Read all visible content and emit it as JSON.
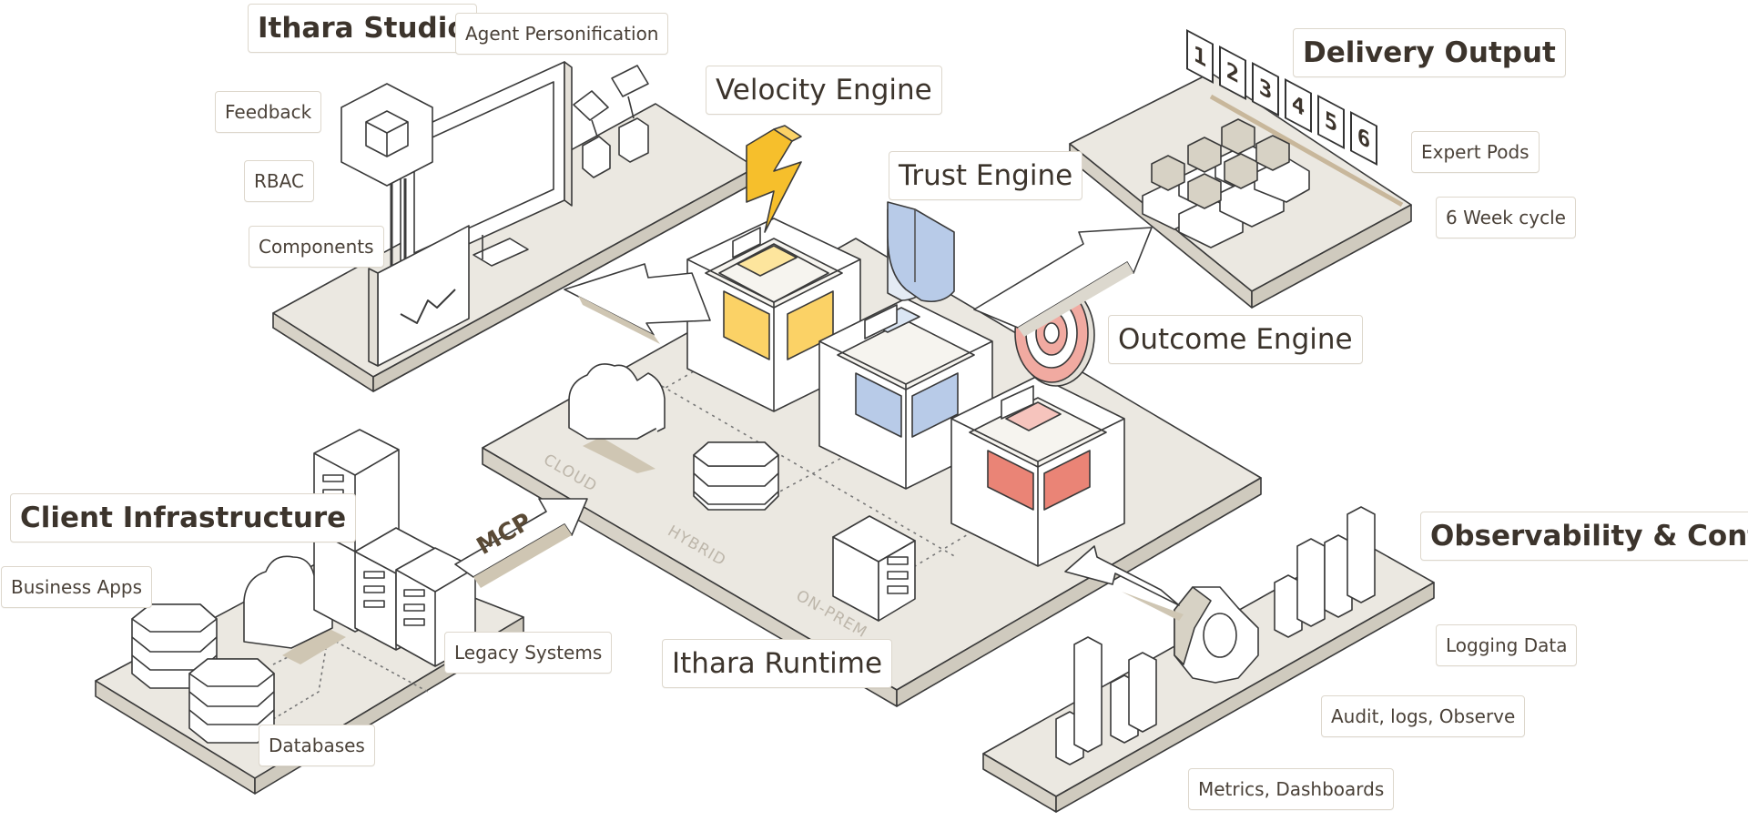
{
  "labels": {
    "ithara_studio": "Ithara Studio",
    "agent_personification": "Agent Personification",
    "feedback": "Feedback",
    "rbac": "RBAC",
    "components": "Components",
    "velocity_engine": "Velocity Engine",
    "trust_engine": "Trust Engine",
    "outcome_engine": "Outcome Engine",
    "delivery_output": "Delivery Output",
    "expert_pods": "Expert Pods",
    "six_week_cycle": "6 Week cycle",
    "client_infrastructure": "Client Infrastructure",
    "business_apps": "Business Apps",
    "legacy_systems": "Legacy Systems",
    "databases": "Databases",
    "ithara_runtime": "Ithara Runtime",
    "observability_control": "Observability & Control",
    "logging_data": "Logging Data",
    "audit_logs": "Audit, logs, Observe",
    "metrics_dashboards": "Metrics, Dashboards",
    "mcp": "MCP",
    "cloud": "CLOUD",
    "hybrid": "HYBRID",
    "on_prem": "ON-PREM"
  },
  "cycle_weeks": [
    "1",
    "2",
    "3",
    "4",
    "5",
    "6"
  ],
  "colors": {
    "platform": "#ebe8e1",
    "platform_side": "#dcd8ce",
    "stroke": "#3a3a3a",
    "velocity": "#fbd266",
    "velocity_bolt": "#f6bf2c",
    "trust": "#b8cbe8",
    "outcome": "#ea8476",
    "outcome_target": "#f1aaa1",
    "pod": "#d7d2c5"
  },
  "icons": [
    "monitor-icon",
    "lightning-icon",
    "shield-icon",
    "target-icon",
    "cloud-icon",
    "server-icon",
    "database-icon",
    "gear-icon",
    "bar-chart-icon",
    "arrow-icon"
  ]
}
